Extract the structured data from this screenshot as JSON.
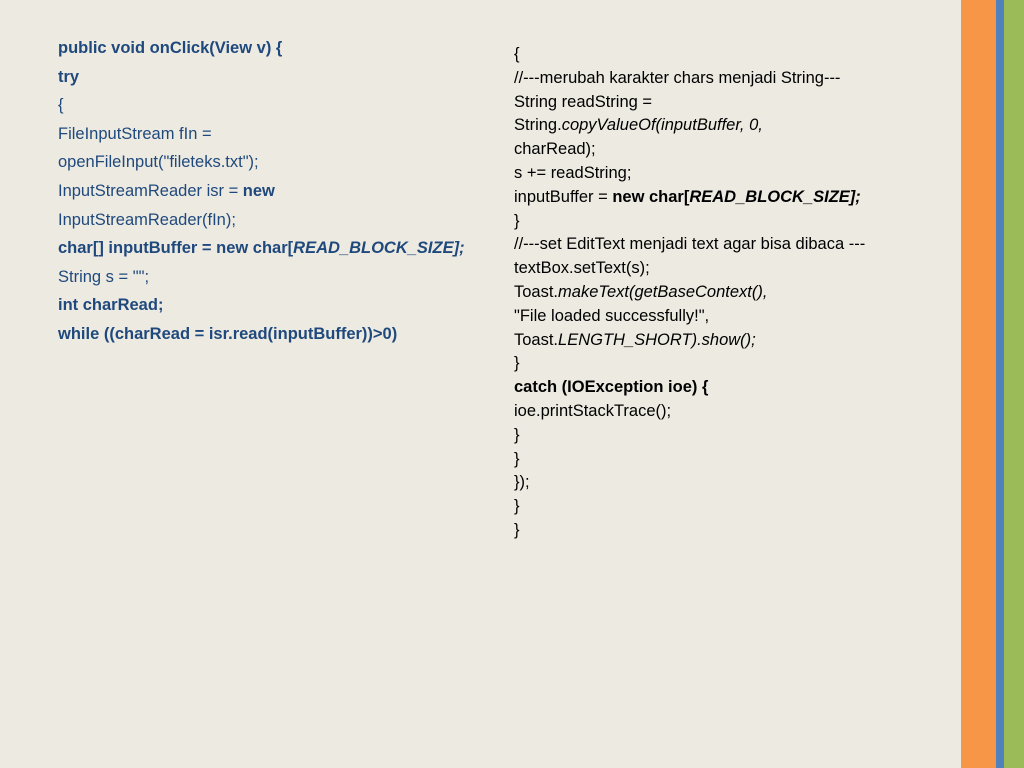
{
  "colors": {
    "background": "#EDEAE1",
    "left_text": "#1F497D",
    "right_text": "#000000",
    "stripe_orange": "#F79646",
    "stripe_blue": "#4F81BD",
    "stripe_green": "#9BBB59"
  },
  "left": [
    {
      "segments": [
        {
          "text": "public void onClick(View v) {",
          "bold": true
        }
      ]
    },
    {
      "segments": [
        {
          "text": "try",
          "bold": true
        }
      ]
    },
    {
      "segments": [
        {
          "text": "{"
        }
      ]
    },
    {
      "segments": [
        {
          "text": "FileInputStream fIn ="
        }
      ]
    },
    {
      "segments": [
        {
          "text": "openFileInput(\"fileteks.txt\");"
        }
      ]
    },
    {
      "segments": [
        {
          "text": "InputStreamReader isr = "
        },
        {
          "text": "new",
          "bold": true
        }
      ]
    },
    {
      "segments": [
        {
          "text": "InputStreamReader(fIn);"
        }
      ]
    },
    {
      "wrap": true,
      "segments": [
        {
          "text": "char[] inputBuffer = new char[",
          "bold": true
        },
        {
          "text": "READ_BLOCK_SIZE];",
          "bold": true,
          "italic": true
        }
      ]
    },
    {
      "segments": [
        {
          "text": "String s = \"\";"
        }
      ]
    },
    {
      "segments": [
        {
          "text": "int charRead;",
          "bold": true
        }
      ]
    },
    {
      "segments": [
        {
          "text": "while ((charRead = isr.read(inputBuffer))>0)",
          "bold": true
        }
      ]
    }
  ],
  "right": [
    {
      "segments": [
        {
          "text": "{"
        }
      ]
    },
    {
      "segments": [
        {
          "text": "//---merubah karakter chars menjadi String---"
        }
      ]
    },
    {
      "segments": [
        {
          "text": "String readString ="
        }
      ]
    },
    {
      "segments": [
        {
          "text": "String."
        },
        {
          "text": "copyValueOf(inputBuffer, 0,",
          "italic": true
        }
      ]
    },
    {
      "segments": [
        {
          "text": "charRead);"
        }
      ]
    },
    {
      "segments": [
        {
          "text": "s += readString;"
        }
      ]
    },
    {
      "segments": [
        {
          "text": "inputBuffer = "
        },
        {
          "text": "new char[",
          "bold": true
        },
        {
          "text": "READ_BLOCK_SIZE];",
          "bold": true,
          "italic": true
        }
      ]
    },
    {
      "segments": [
        {
          "text": "}"
        }
      ]
    },
    {
      "segments": [
        {
          "text": "//---set EditText menjadi text agar bisa dibaca ---"
        }
      ]
    },
    {
      "segments": [
        {
          "text": "textBox.setText(s);"
        }
      ]
    },
    {
      "segments": [
        {
          "text": "Toast."
        },
        {
          "text": "makeText(getBaseContext(),",
          "italic": true
        }
      ]
    },
    {
      "segments": [
        {
          "text": "\"File loaded successfully!\","
        }
      ]
    },
    {
      "segments": [
        {
          "text": "Toast."
        },
        {
          "text": "LENGTH_SHORT).show();",
          "italic": true
        }
      ]
    },
    {
      "segments": [
        {
          "text": "}"
        }
      ]
    },
    {
      "segments": [
        {
          "text": "catch (IOException ioe) {",
          "bold": true
        }
      ]
    },
    {
      "segments": [
        {
          "text": "ioe.printStackTrace();"
        }
      ]
    },
    {
      "segments": [
        {
          "text": "}"
        }
      ]
    },
    {
      "segments": [
        {
          "text": "}"
        }
      ]
    },
    {
      "segments": [
        {
          "text": "});"
        }
      ]
    },
    {
      "segments": [
        {
          "text": "}"
        }
      ]
    },
    {
      "segments": [
        {
          "text": "}"
        }
      ]
    }
  ]
}
